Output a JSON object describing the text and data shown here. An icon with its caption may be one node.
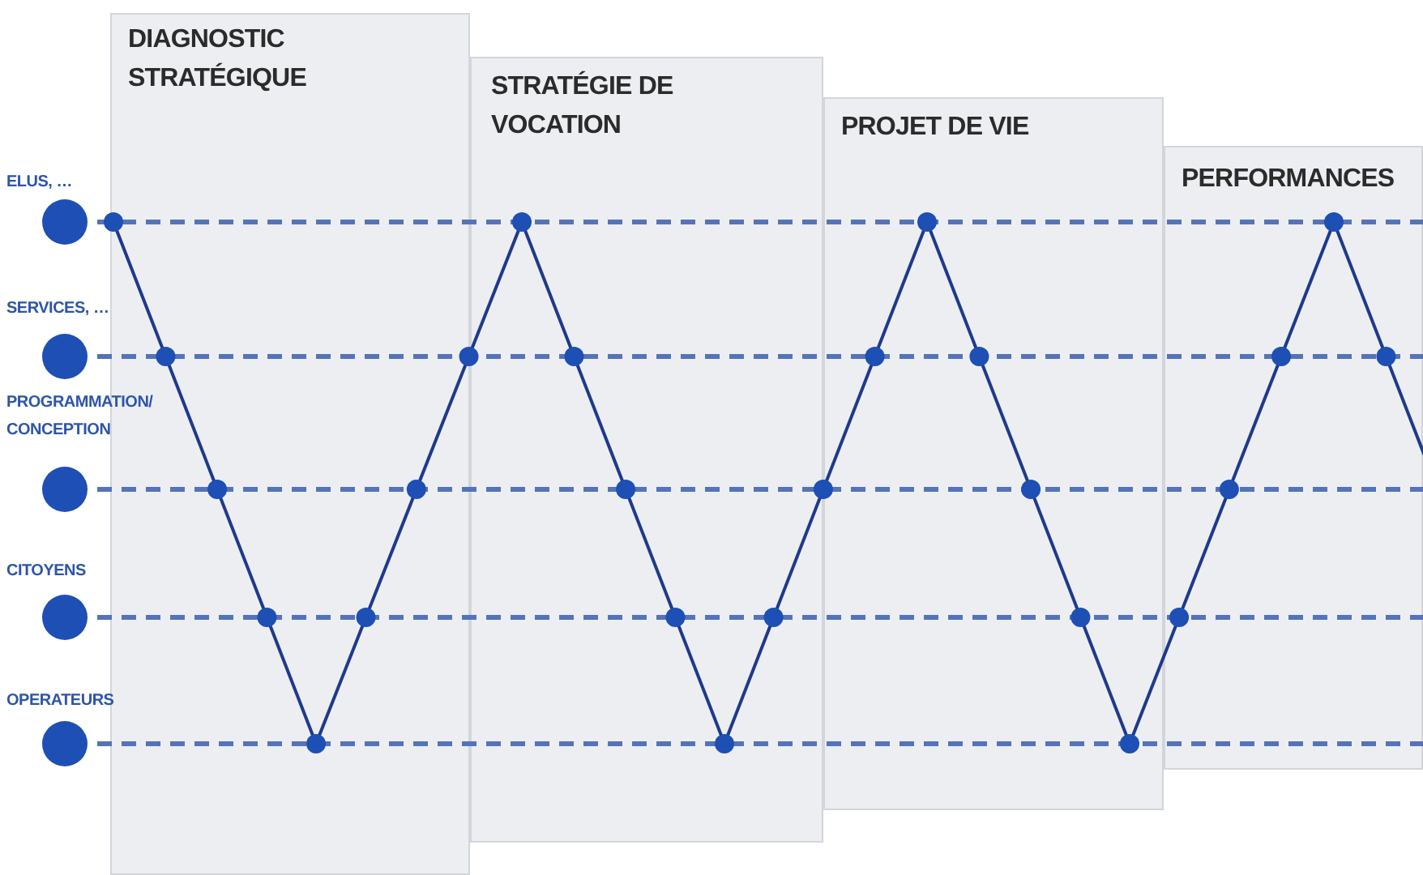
{
  "diagram": {
    "nodes": [
      {
        "text": [
          "DIAGNOSTIC STRATÉGIQUE"
        ]
      },
      {
        "text": [
          "STRATÉGIE DE VOCATION"
        ]
      },
      {
        "text": [
          "PROJET DE VIE"
        ]
      },
      {
        "text": [
          "PERFORMANCES"
        ]
      }
    ],
    "labels": [
      "ELUS, …",
      "SERVICES, …",
      "PROGRAMMATION/ CONCEPTION",
      "CITOYENS",
      "OPERATEURS"
    ]
  }
}
